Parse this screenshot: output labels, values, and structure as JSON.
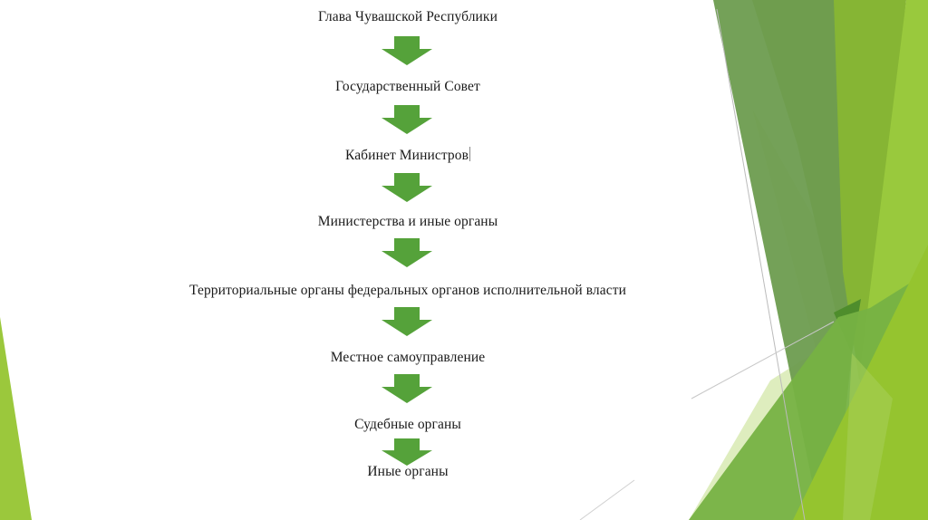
{
  "diagram": {
    "type": "vertical-flowchart",
    "nodes": [
      {
        "label": "Глава Чувашской Республики"
      },
      {
        "label": "Государственный Совет"
      },
      {
        "label": "Кабинет Министров"
      },
      {
        "label": "Министерства и иные органы"
      },
      {
        "label": "Территориальные органы федеральных органов исполнительной власти"
      },
      {
        "label": "Местное самоуправление"
      },
      {
        "label": "Судебные органы"
      },
      {
        "label": "Иные органы"
      }
    ],
    "edges": [
      {
        "from": 0,
        "to": 1
      },
      {
        "from": 1,
        "to": 2
      },
      {
        "from": 2,
        "to": 3
      },
      {
        "from": 3,
        "to": 4
      },
      {
        "from": 4,
        "to": 5
      },
      {
        "from": 5,
        "to": 6
      },
      {
        "from": 6,
        "to": 7
      }
    ],
    "arrow_color": "#55a23a"
  },
  "theme": {
    "green_dark": "#6d9c4f",
    "green_mid": "#84b533",
    "green_light": "#9bc83c",
    "green_pale": "#d5e8ad"
  }
}
